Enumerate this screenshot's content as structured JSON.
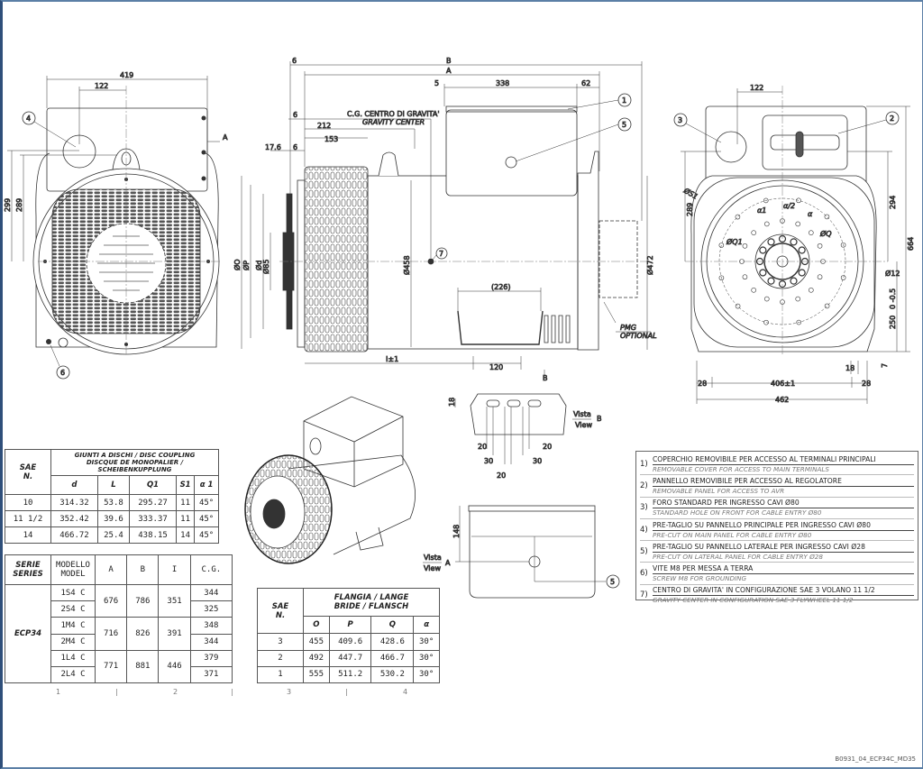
{
  "front_view": {
    "dims": [
      "419",
      "122",
      "299",
      "289",
      "A",
      "ØO"
    ],
    "callouts": [
      "4",
      "6"
    ]
  },
  "side_view": {
    "dims": {
      "B": "B",
      "A": "A",
      "s5": "5",
      "d338": "338",
      "d62": "62",
      "d6a": "6",
      "cg": "C.G. CENTRO DI GRAVITA'",
      "cg_en": "GRAVITY CENTER",
      "d212": "212",
      "d153": "153",
      "d176": "17.6",
      "d6b": "6",
      "phiO": "ØO",
      "phiP": "ØP",
      "phid": "Ød",
      "phi85": "Ø85",
      "phi458": "Ø458",
      "phi472": "Ø472",
      "d226": "(226)",
      "Ix1": "I±1",
      "d120": "120",
      "arrowB": "B",
      "pmg1": "PMG",
      "pmg2": "OPTIONAL"
    },
    "callouts": [
      "1",
      "5",
      "7"
    ]
  },
  "end_view": {
    "dims": {
      "d122": "122",
      "d289": "289",
      "d294": "294",
      "d664": "664",
      "d250": "250",
      "tol": "0 -0.5",
      "phi12": "Ø12",
      "phiS1": "ØS1",
      "a1": "α1",
      "a2": "α/2",
      "a": "α",
      "phiQ": "ØQ",
      "phiQ1": "ØQ1",
      "d406": "406±1",
      "d462": "462",
      "d28a": "28",
      "d28b": "28",
      "d18": "18",
      "d7": "7"
    },
    "callouts": [
      "3",
      "2"
    ]
  },
  "view_b": {
    "title1": "Vista",
    "title2": "View",
    "letter": "B",
    "dims": [
      "18",
      "20",
      "20",
      "30",
      "30",
      "20"
    ]
  },
  "view_a": {
    "title1": "Vista",
    "title2": "View",
    "letter": "A",
    "dims": [
      "148"
    ],
    "callout": "5"
  },
  "coupling_table": {
    "h1": "SAE",
    "h2": "N.",
    "title1": "GIUNTI A DISCHI / DISC COUPLING",
    "title2": "DISCQUE DE MONOPALIER / SCHEIBENKUPPLUNG",
    "cols": [
      "d",
      "L",
      "Q1",
      "S1",
      "α 1"
    ],
    "rows": [
      [
        "10",
        "314.32",
        "53.8",
        "295.27",
        "11",
        "45°"
      ],
      [
        "11 1/2",
        "352.42",
        "39.6",
        "333.37",
        "11",
        "45°"
      ],
      [
        "14",
        "466.72",
        "25.4",
        "438.15",
        "14",
        "45°"
      ]
    ]
  },
  "series_table": {
    "h_serie": "SERIE",
    "h_series": "SERIES",
    "h_modello": "MODELLO",
    "h_model": "MODEL",
    "h_a": "A",
    "h_b": "B",
    "h_i": "I",
    "h_cg": "C.G.",
    "series": "ECP34",
    "groups": [
      {
        "models": [
          "1S4 C",
          "2S4 C"
        ],
        "A": "676",
        "B": "786",
        "I": "351",
        "cg": [
          "344",
          "325"
        ]
      },
      {
        "models": [
          "1M4 C",
          "2M4 C"
        ],
        "A": "716",
        "B": "826",
        "I": "391",
        "cg": [
          "348",
          "344"
        ]
      },
      {
        "models": [
          "1L4 C",
          "2L4 C"
        ],
        "A": "771",
        "B": "881",
        "I": "446",
        "cg": [
          "379",
          "371"
        ]
      }
    ],
    "footer": [
      "1",
      "|",
      "2",
      "|"
    ]
  },
  "flange_table": {
    "h1": "SAE",
    "h2": "N.",
    "title1": "FLANGIA / LANGE",
    "title2": "BRIDE / FLANSCH",
    "cols": [
      "O",
      "P",
      "Q",
      "α"
    ],
    "rows": [
      [
        "3",
        "455",
        "409.6",
        "428.6",
        "30°"
      ],
      [
        "2",
        "492",
        "447.7",
        "466.7",
        "30°"
      ],
      [
        "1",
        "555",
        "511.2",
        "530.2",
        "30°"
      ]
    ],
    "footer": [
      "3",
      "|",
      "4"
    ]
  },
  "notes": [
    {
      "n": "1)",
      "it": "COPERCHIO REMOVIBILE PER ACCESSO AL TERMINALI PRINCIPALI",
      "en": "REMOVABLE COVER  FOR ACCESS TO MAIN TERMINALS"
    },
    {
      "n": "2)",
      "it": "PANNELLO REMOVIBILE PER ACCESSO AL REGOLATORE",
      "en": "REMOVABLE PANEL FOR ACCESS TO AVR"
    },
    {
      "n": "3)",
      "it": "FORO STANDARD PER INGRESSO CAVI Ø80",
      "en": "STANDARD HOLE ON FRONT FOR CABLE ENTRY Ø80"
    },
    {
      "n": "4)",
      "it": "PRE-TAGLIO SU PANNELLO PRINCIPALE PER INGRESSO CAVI Ø80",
      "en": "PRE-CUT ON MAIN PANEL FOR CABLE ENTRY Ø80"
    },
    {
      "n": "5)",
      "it": "PRE-TAGLIO SU PANNELLO LATERALE PER INGRESSO CAVI Ø28",
      "en": "PRE-CUT ON LATERAL PANEL FOR CABLE ENTRY Ø28"
    },
    {
      "n": "6)",
      "it": "VITE M8 PER MESSA A TERRA",
      "en": "SCREW M8 FOR GROUNDING"
    },
    {
      "n": "7)",
      "it": "CENTRO DI GRAVITA' IN CONFIGURAZIONE SAE 3 VOLANO 11 1/2",
      "en": "GRAVITY CENTER IN CONFIGURATION SAE 3 FLYWHEEL 11 1/2"
    }
  ],
  "filename": "B0931_04_ECP34C_MD35"
}
